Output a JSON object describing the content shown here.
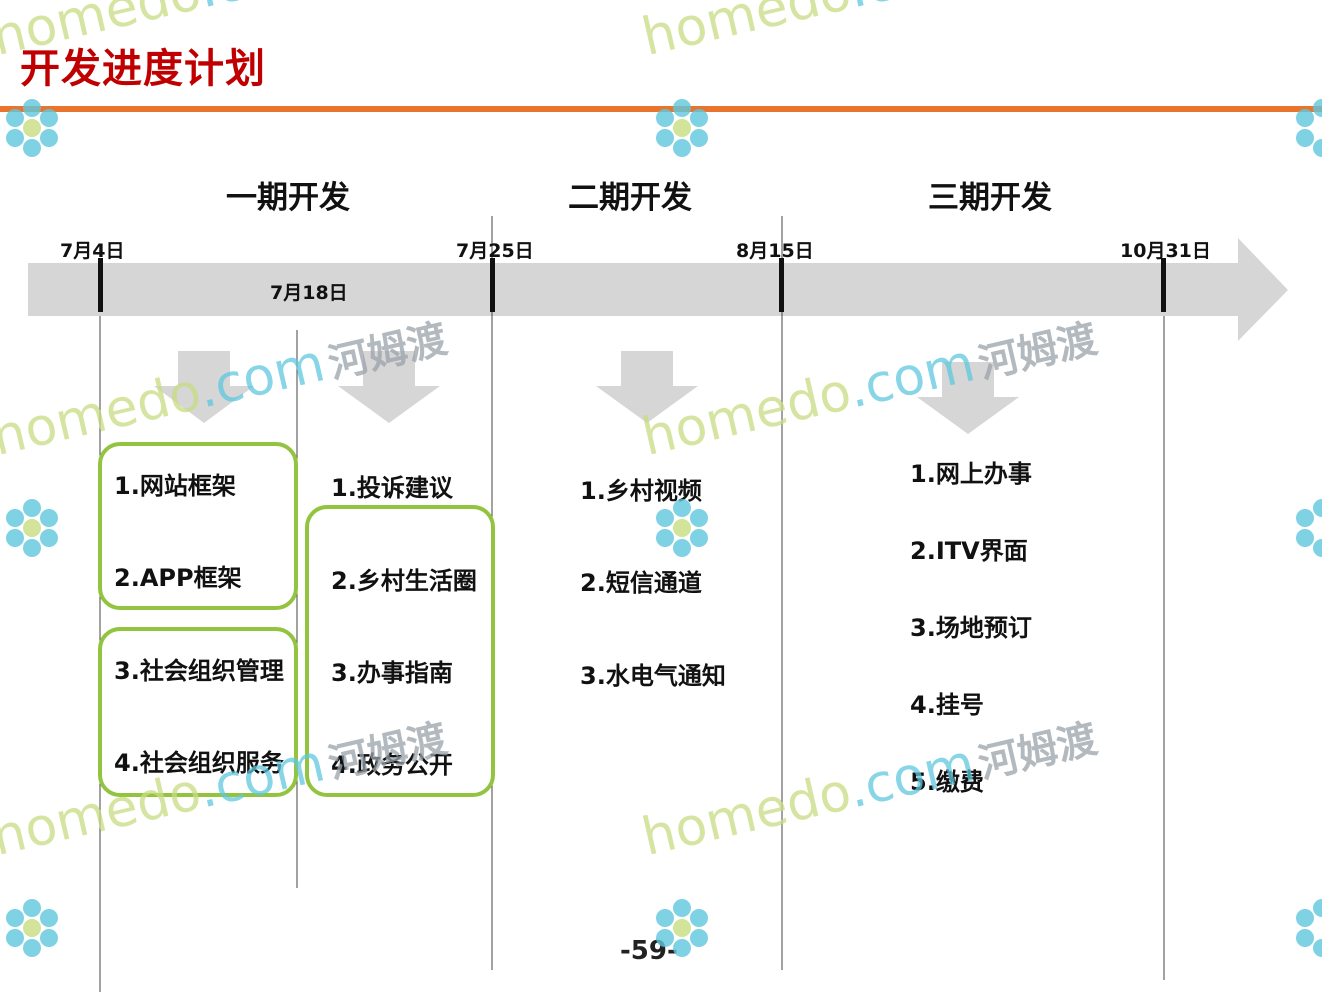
{
  "header": {
    "title": "开发进度计划"
  },
  "phases": [
    {
      "label": "一期开发"
    },
    {
      "label": "二期开发"
    },
    {
      "label": "三期开发"
    }
  ],
  "dates": [
    "7月4日",
    "7月18日",
    "7月25日",
    "8月15日",
    "10月31日"
  ],
  "columns": {
    "phase1a": [
      "1.网站框架",
      "2.APP框架",
      "3.社会组织管理",
      "4.社会组织服务"
    ],
    "phase1b": [
      "1.投诉建议",
      "2.乡村生活圈",
      "3.办事指南",
      "4.政务公开"
    ],
    "phase2": [
      "1.乡村视频",
      "2.短信通道",
      "3.水电气通知"
    ],
    "phase3": [
      "1.网上办事",
      "2.ITV界面",
      "3.场地预订",
      "4.挂号",
      "5.缴费"
    ]
  },
  "footer": {
    "page_number": "-59-"
  },
  "watermark": {
    "part1": "homedo",
    "part2": ".com",
    "part3": "河姆渡",
    "logo": "flower-logo-icon"
  },
  "colors": {
    "title": "#c00000",
    "rule": "#e8742e",
    "box_border": "#92c43f",
    "timeline_arrow": "#d6d6d6",
    "down_arrow": "#d6d6d6"
  }
}
